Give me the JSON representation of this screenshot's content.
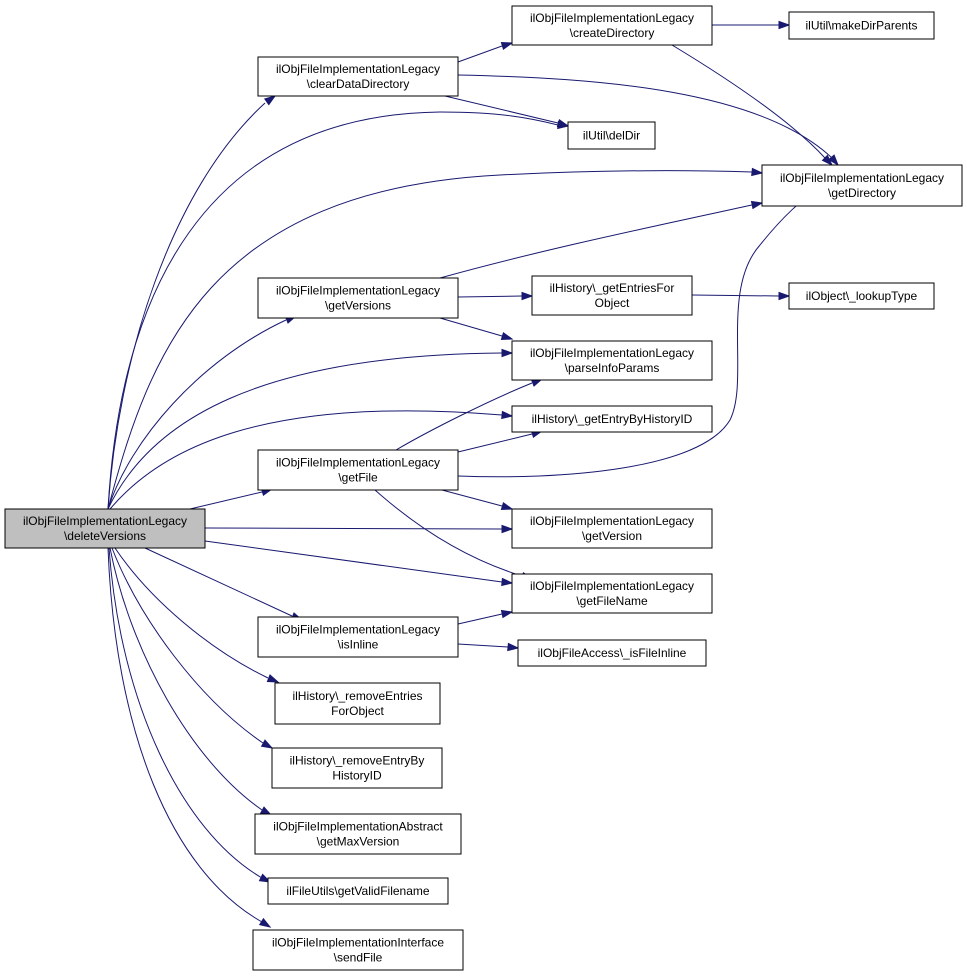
{
  "diagram": {
    "colors": {
      "edge": "#191970",
      "root_fill": "#bfbfbf",
      "node_fill": "#ffffff",
      "border": "#000000"
    },
    "nodes": [
      {
        "id": "deleteVersions",
        "lines": [
          "ilObjFileImplementationLegacy",
          "\\deleteVersions"
        ],
        "root": true
      },
      {
        "id": "clearDataDirectory",
        "lines": [
          "ilObjFileImplementationLegacy",
          "\\clearDataDirectory"
        ]
      },
      {
        "id": "createDirectory",
        "lines": [
          "ilObjFileImplementationLegacy",
          "\\createDirectory"
        ]
      },
      {
        "id": "makeDirParents",
        "lines": [
          "ilUtil\\makeDirParents"
        ]
      },
      {
        "id": "delDir",
        "lines": [
          "ilUtil\\delDir"
        ]
      },
      {
        "id": "getDirectory",
        "lines": [
          "ilObjFileImplementationLegacy",
          "\\getDirectory"
        ]
      },
      {
        "id": "getVersions",
        "lines": [
          "ilObjFileImplementationLegacy",
          "\\getVersions"
        ]
      },
      {
        "id": "getEntriesForObject",
        "lines": [
          "ilHistory\\_getEntriesFor",
          "Object"
        ]
      },
      {
        "id": "lookupType",
        "lines": [
          "ilObject\\_lookupType"
        ]
      },
      {
        "id": "parseInfoParams",
        "lines": [
          "ilObjFileImplementationLegacy",
          "\\parseInfoParams"
        ]
      },
      {
        "id": "getEntryByHistoryID",
        "lines": [
          "ilHistory\\_getEntryByHistoryID"
        ]
      },
      {
        "id": "getFile",
        "lines": [
          "ilObjFileImplementationLegacy",
          "\\getFile"
        ]
      },
      {
        "id": "getVersion",
        "lines": [
          "ilObjFileImplementationLegacy",
          "\\getVersion"
        ]
      },
      {
        "id": "getFileName",
        "lines": [
          "ilObjFileImplementationLegacy",
          "\\getFileName"
        ]
      },
      {
        "id": "isInline",
        "lines": [
          "ilObjFileImplementationLegacy",
          "\\isInline"
        ]
      },
      {
        "id": "isFileInline",
        "lines": [
          "ilObjFileAccess\\_isFileInline"
        ]
      },
      {
        "id": "removeEntriesForObject",
        "lines": [
          "ilHistory\\_removeEntries",
          "ForObject"
        ]
      },
      {
        "id": "removeEntryByHistoryID",
        "lines": [
          "ilHistory\\_removeEntryBy",
          "HistoryID"
        ]
      },
      {
        "id": "getMaxVersion",
        "lines": [
          "ilObjFileImplementationAbstract",
          "\\getMaxVersion"
        ]
      },
      {
        "id": "getValidFilename",
        "lines": [
          "ilFileUtils\\getValidFilename"
        ]
      },
      {
        "id": "sendFile",
        "lines": [
          "ilObjFileImplementationInterface",
          "\\sendFile"
        ]
      }
    ],
    "edges": [
      [
        "deleteVersions",
        "clearDataDirectory"
      ],
      [
        "deleteVersions",
        "delDir"
      ],
      [
        "deleteVersions",
        "getDirectory"
      ],
      [
        "deleteVersions",
        "getVersions"
      ],
      [
        "deleteVersions",
        "parseInfoParams"
      ],
      [
        "deleteVersions",
        "getEntryByHistoryID"
      ],
      [
        "deleteVersions",
        "getFile"
      ],
      [
        "deleteVersions",
        "getVersion"
      ],
      [
        "deleteVersions",
        "getFileName"
      ],
      [
        "deleteVersions",
        "isInline"
      ],
      [
        "deleteVersions",
        "removeEntriesForObject"
      ],
      [
        "deleteVersions",
        "removeEntryByHistoryID"
      ],
      [
        "deleteVersions",
        "getMaxVersion"
      ],
      [
        "deleteVersions",
        "getValidFilename"
      ],
      [
        "deleteVersions",
        "sendFile"
      ],
      [
        "clearDataDirectory",
        "createDirectory"
      ],
      [
        "clearDataDirectory",
        "delDir"
      ],
      [
        "clearDataDirectory",
        "getDirectory"
      ],
      [
        "createDirectory",
        "makeDirParents"
      ],
      [
        "createDirectory",
        "getDirectory"
      ],
      [
        "getVersions",
        "getDirectory"
      ],
      [
        "getVersions",
        "getEntriesForObject"
      ],
      [
        "getVersions",
        "parseInfoParams"
      ],
      [
        "getEntriesForObject",
        "lookupType"
      ],
      [
        "getFile",
        "getDirectory"
      ],
      [
        "getFile",
        "parseInfoParams"
      ],
      [
        "getFile",
        "getEntryByHistoryID"
      ],
      [
        "getFile",
        "getVersion"
      ],
      [
        "getFile",
        "getFileName"
      ],
      [
        "isInline",
        "getFileName"
      ],
      [
        "isInline",
        "isFileInline"
      ]
    ]
  }
}
